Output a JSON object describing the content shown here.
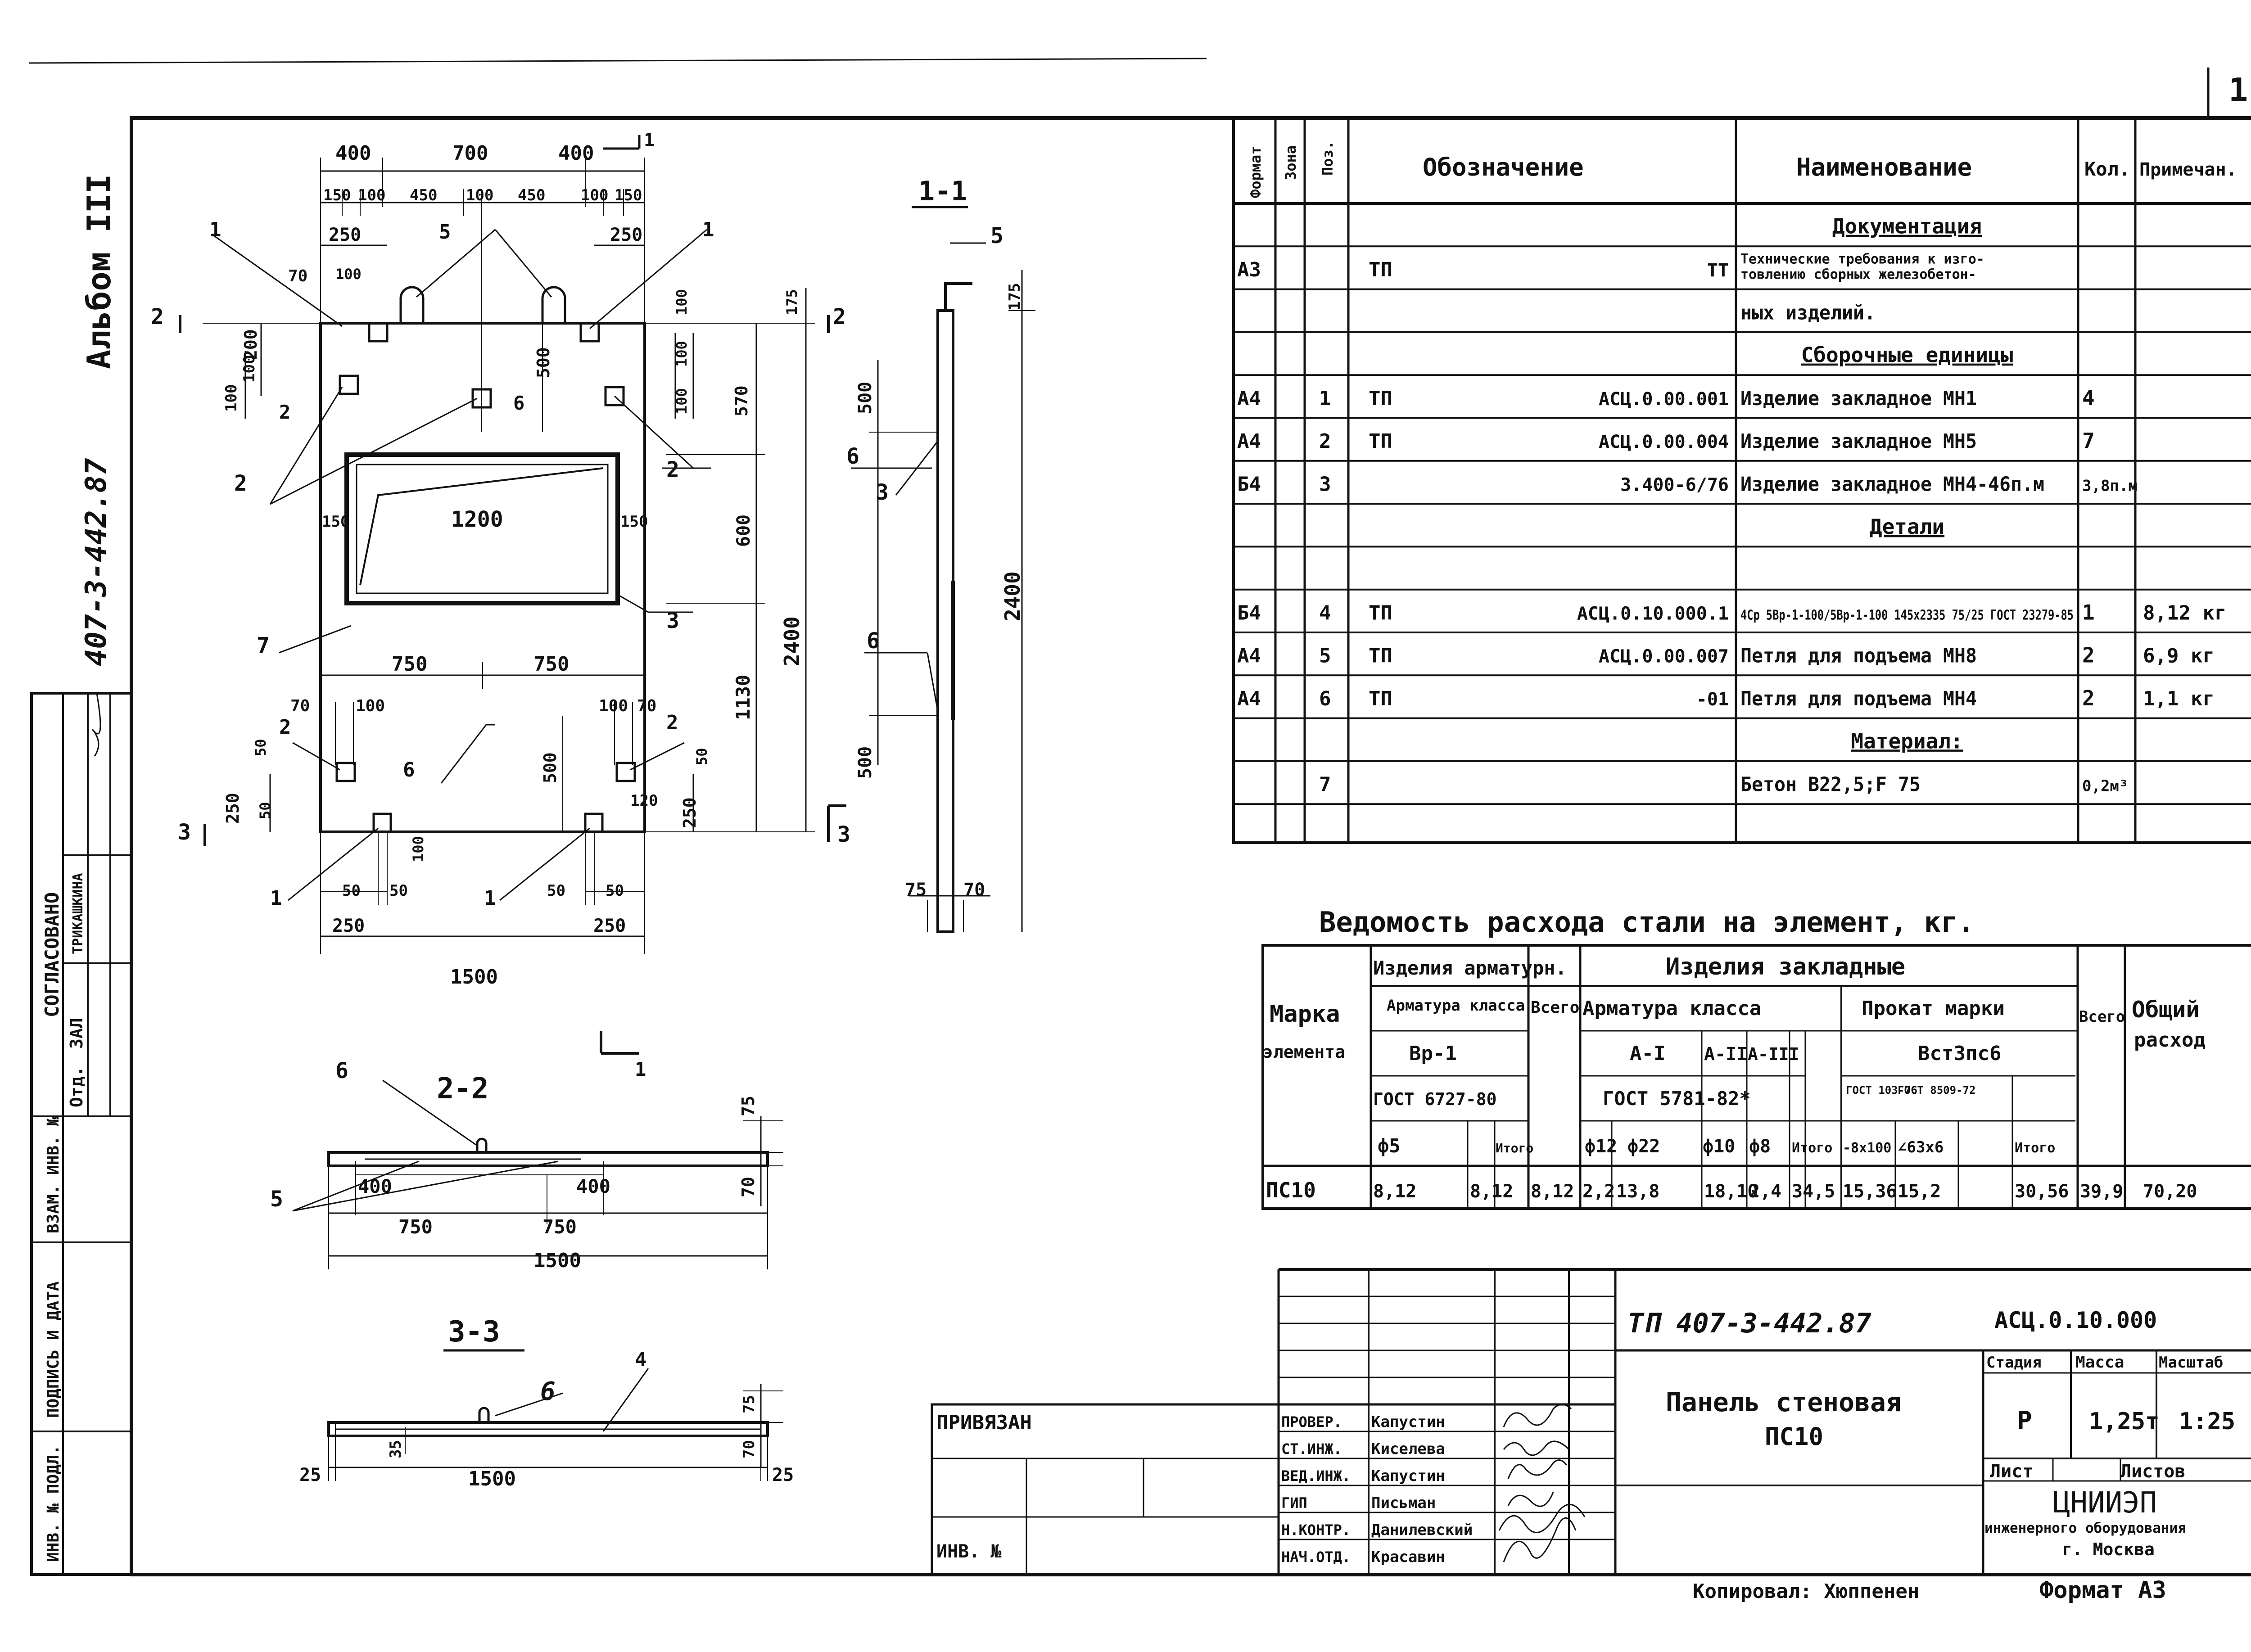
{
  "sheet": {
    "number": "1",
    "album": "Альбом III",
    "project_code_vertical": "407-3-442.87",
    "top_left_vertical": {
      "soglasovano": "СОГЛАСОВАНО",
      "otd": "Отд.",
      "zal": "ЗАЛ",
      "trikashkina": "ТРИКАШКИНА",
      "inv_podl": "ИНВ. № ПОДЛ.",
      "podpis_data": "ПОДПИСЬ И ДАТА",
      "vzam_inv": "ВЗАМ. ИНВ. №"
    }
  },
  "drawing": {
    "main": {
      "dims_top": [
        "400",
        "700",
        "400"
      ],
      "dims_top2": [
        "150",
        "100",
        "450",
        "100",
        "450",
        "100",
        "150"
      ],
      "dim_250_left": "250",
      "dim_250_right": "250",
      "dim_70": "70",
      "dim_100": "100",
      "dim_200": "200",
      "dim_100a": "100",
      "dim_100b": "100",
      "dim_500_top": "500",
      "dim_100c": "100",
      "dim_100d": "100",
      "dim_100e": "100",
      "dim_570": "570",
      "dim_175": "175",
      "dim_1200": "1200",
      "dim_150_left": "150",
      "dim_150_right": "150",
      "dim_600": "600",
      "dim_2400": "2400",
      "dim_1130": "1130",
      "dim_750_left": "750",
      "dim_750_right": "750",
      "dim_70_b_left": "70",
      "dim_100_b_left": "100",
      "dim_100_b_right": "100",
      "dim_70_b_right": "70",
      "dim_50_a": "50",
      "dim_50_b": "50",
      "dim_250_b": "250",
      "dim_500_bottom": "500",
      "dim_50_c": "50",
      "dim_120": "120",
      "dim_250_c": "250",
      "dim_100_bottom": "100",
      "dim_50_d": "50",
      "dim_50_e": "50",
      "dim_50_f": "50",
      "dim_50_g": "50",
      "dim_250_bl": "250",
      "dim_250_br": "250",
      "dim_1500": "1500",
      "labels": [
        "1",
        "5",
        "1",
        "2",
        "6",
        "2",
        "2",
        "7",
        "3",
        "2",
        "6",
        "2",
        "1",
        "1"
      ],
      "section_marks": [
        "2",
        "2",
        "3",
        "3",
        "1"
      ]
    },
    "section11": {
      "title": "1-1",
      "dims": [
        "175",
        "500",
        "2400",
        "500",
        "75",
        "70"
      ],
      "labels": [
        "5",
        "6",
        "3",
        "6"
      ]
    },
    "section22": {
      "title": "2-2",
      "dims": [
        "400",
        "400",
        "750",
        "750",
        "1500",
        "75",
        "70"
      ],
      "labels": [
        "6",
        "5"
      ]
    },
    "section33": {
      "title": "3-3",
      "dims": [
        "35",
        "1500",
        "25",
        "25",
        "75",
        "70"
      ],
      "labels": [
        "6",
        "4"
      ]
    }
  },
  "spec": {
    "headers": [
      "Формат",
      "Зона",
      "Поз.",
      "Обозначение",
      "Наименование",
      "Кол.",
      "Примечан."
    ],
    "rows": [
      {
        "fmt": "",
        "zone": "",
        "pos": "",
        "obozn1": "",
        "obozn2": "",
        "name": "Документация",
        "kol": "",
        "prim": "",
        "heading": true
      },
      {
        "fmt": "А3",
        "zone": "",
        "pos": "",
        "obozn1": "ТП",
        "obozn2": "ТТ",
        "name": "Технические требования к изго-",
        "name2": "товлению сборных железобетон-",
        "kol": "",
        "prim": ""
      },
      {
        "fmt": "",
        "zone": "",
        "pos": "",
        "obozn1": "",
        "obozn2": "",
        "name": "ных изделий.",
        "kol": "",
        "prim": ""
      },
      {
        "fmt": "",
        "zone": "",
        "pos": "",
        "obozn1": "",
        "obozn2": "",
        "name": "Сборочные единицы",
        "kol": "",
        "prim": "",
        "heading": true
      },
      {
        "fmt": "А4",
        "zone": "",
        "pos": "1",
        "obozn1": "ТП",
        "obozn2": "АСЦ.0.00.001",
        "name": "Изделие закладное МН1",
        "kol": "4",
        "prim": ""
      },
      {
        "fmt": "А4",
        "zone": "",
        "pos": "2",
        "obozn1": "ТП",
        "obozn2": "АСЦ.0.00.004",
        "name": "Изделие закладное МН5",
        "kol": "7",
        "prim": ""
      },
      {
        "fmt": "Б4",
        "zone": "",
        "pos": "3",
        "obozn1": "",
        "obozn2": "3.400-6/76",
        "name": "Изделие закладное МН4-46п.м",
        "kol": "3,8п.м",
        "prim": ""
      },
      {
        "fmt": "",
        "zone": "",
        "pos": "",
        "obozn1": "",
        "obozn2": "",
        "name": "Детали",
        "kol": "",
        "prim": "",
        "heading": true
      },
      {
        "fmt": "",
        "zone": "",
        "pos": "",
        "obozn1": "",
        "obozn2": "",
        "name": "",
        "kol": "",
        "prim": ""
      },
      {
        "fmt": "Б4",
        "zone": "",
        "pos": "4",
        "obozn1": "ТП",
        "obozn2": "АСЦ.0.10.000.1",
        "name": "4Ср 5Вр-1-100/5Вр-1-100 145х2335 75/25 ГОСТ 23279-85",
        "kol": "1",
        "prim": "8,12 кг"
      },
      {
        "fmt": "А4",
        "zone": "",
        "pos": "5",
        "obozn1": "ТП",
        "obozn2": "АСЦ.0.00.007",
        "name": "Петля для подъема МН8",
        "kol": "2",
        "prim": "6,9 кг"
      },
      {
        "fmt": "А4",
        "zone": "",
        "pos": "6",
        "obozn1": "ТП",
        "obozn2": "-01",
        "name": "Петля для подъема МН4",
        "kol": "2",
        "prim": "1,1 кг"
      },
      {
        "fmt": "",
        "zone": "",
        "pos": "",
        "obozn1": "",
        "obozn2": "",
        "name": "Материал:",
        "kol": "",
        "prim": "",
        "heading": true
      },
      {
        "fmt": "",
        "zone": "",
        "pos": "7",
        "obozn1": "",
        "obozn2": "",
        "name": "Бетон В22,5;F 75",
        "kol": "0,2м³",
        "prim": ""
      },
      {
        "fmt": "",
        "zone": "",
        "pos": "",
        "obozn1": "",
        "obozn2": "",
        "name": "",
        "kol": "",
        "prim": ""
      }
    ]
  },
  "steel": {
    "title": "Ведомость расхода стали на элемент, кг.",
    "h_marka": "Марка",
    "h_elementa": "элемента",
    "h_arm": "Изделия арматурн.",
    "h_arm_class": "Арматура класса",
    "h_vr1": "Вр-1",
    "h_gost_vr": "ГОСТ 6727-80",
    "h_phi5": "ф5",
    "h_itogo1": "Итого",
    "h_vsego1": "Всего",
    "h_zakl": "Изделия закладные",
    "h_arm_class2": "Арматура класса",
    "h_a1": "А-I",
    "h_a2": "А-II",
    "h_a3": "А-III",
    "h_gost5781": "ГОСТ 5781-82*",
    "h_phi12": "ф12",
    "h_phi22": "ф22",
    "h_phi10": "ф10",
    "h_phi8": "ф8",
    "h_itogo2": "Итого",
    "h_prokat": "Прокат марки",
    "h_vst3": "Вст3пс6",
    "h_gost103": "ГОСТ 103-76",
    "h_gost8509": "ГОСТ 8509-72",
    "h_8x100": "-8х100",
    "h_63x6": "∠63х6",
    "h_itogo3": "Итого",
    "h_vsego2": "Всего",
    "h_obshiy": "Общий",
    "h_rashod": "расход",
    "row": [
      "ПС10",
      "8,12",
      "",
      "8,12",
      "8,12",
      "2,2",
      "13,8",
      "18,10",
      "2,4",
      "34,5",
      "15,36",
      "15,2",
      "",
      "30,56",
      "39,9",
      "70,20"
    ]
  },
  "stamp": {
    "privyazan": "ПРИВЯЗАН",
    "inv_no": "ИНВ. №",
    "roles": [
      "ПРОВЕР.",
      "СТ.ИНЖ.",
      "ВЕД.ИНЖ.",
      "ГИП",
      "Н.КОНТР.",
      "НАЧ.ОТД."
    ],
    "names": [
      "Капустин",
      "Киселева",
      "Капустин",
      "Письман",
      "Данилевский",
      "Красавин"
    ],
    "doc_code": "ТП 407-3-442.87",
    "doc_code2": "АСЦ.0.10.000",
    "title1": "Панель стеновая",
    "title2": "ПС10",
    "h_stadiya": "Стадия",
    "h_massa": "Масса",
    "h_masshtab": "Масштаб",
    "stadiya": "Р",
    "massa": "1,25т",
    "masshtab": "1:25",
    "h_list": "Лист",
    "h_listov": "Листов",
    "org1": "ЦНИИЭП",
    "org2": "инженерного оборудования",
    "org3": "г. Москва",
    "kopiroval": "Копировал: Хюппенен",
    "format": "Формат А3"
  }
}
